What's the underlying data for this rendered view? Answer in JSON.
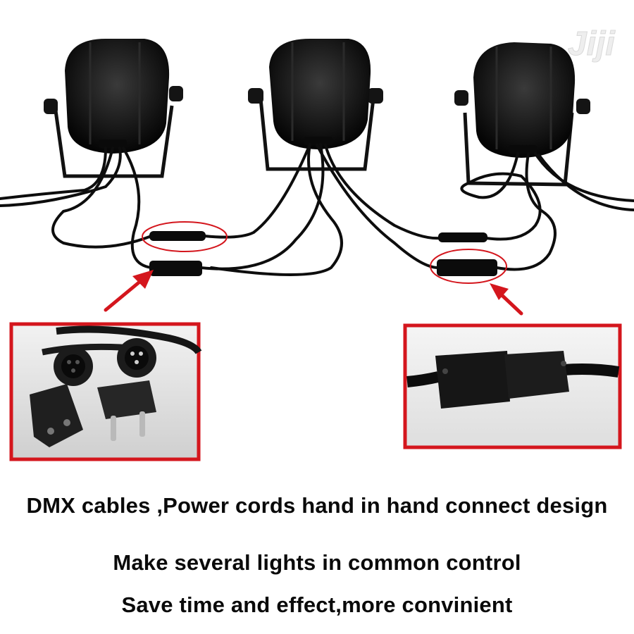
{
  "watermark": {
    "text": "Jiji",
    "icon": "jiji-logo-icon"
  },
  "captions": {
    "line1": "DMX cables ,Power cords hand in hand connect design",
    "line2": "Make several lights in common control",
    "line3": "Save time and effect,more convinient"
  },
  "colors": {
    "highlight_red": "#d4161d",
    "fixture_black": "#141414",
    "cable_black": "#0d0d0d",
    "inset_background": "#e6e6e6"
  },
  "fixtures": [
    {
      "name": "par-light-left",
      "icon": "par-can-light-icon"
    },
    {
      "name": "par-light-center",
      "icon": "par-can-light-icon"
    },
    {
      "name": "par-light-right",
      "icon": "par-can-light-icon"
    }
  ],
  "callouts": [
    {
      "name": "callout-power-plug-connectors",
      "icon": "power-plug-connector-icon"
    },
    {
      "name": "callout-dmx-connector",
      "icon": "dmx-connector-icon"
    }
  ]
}
